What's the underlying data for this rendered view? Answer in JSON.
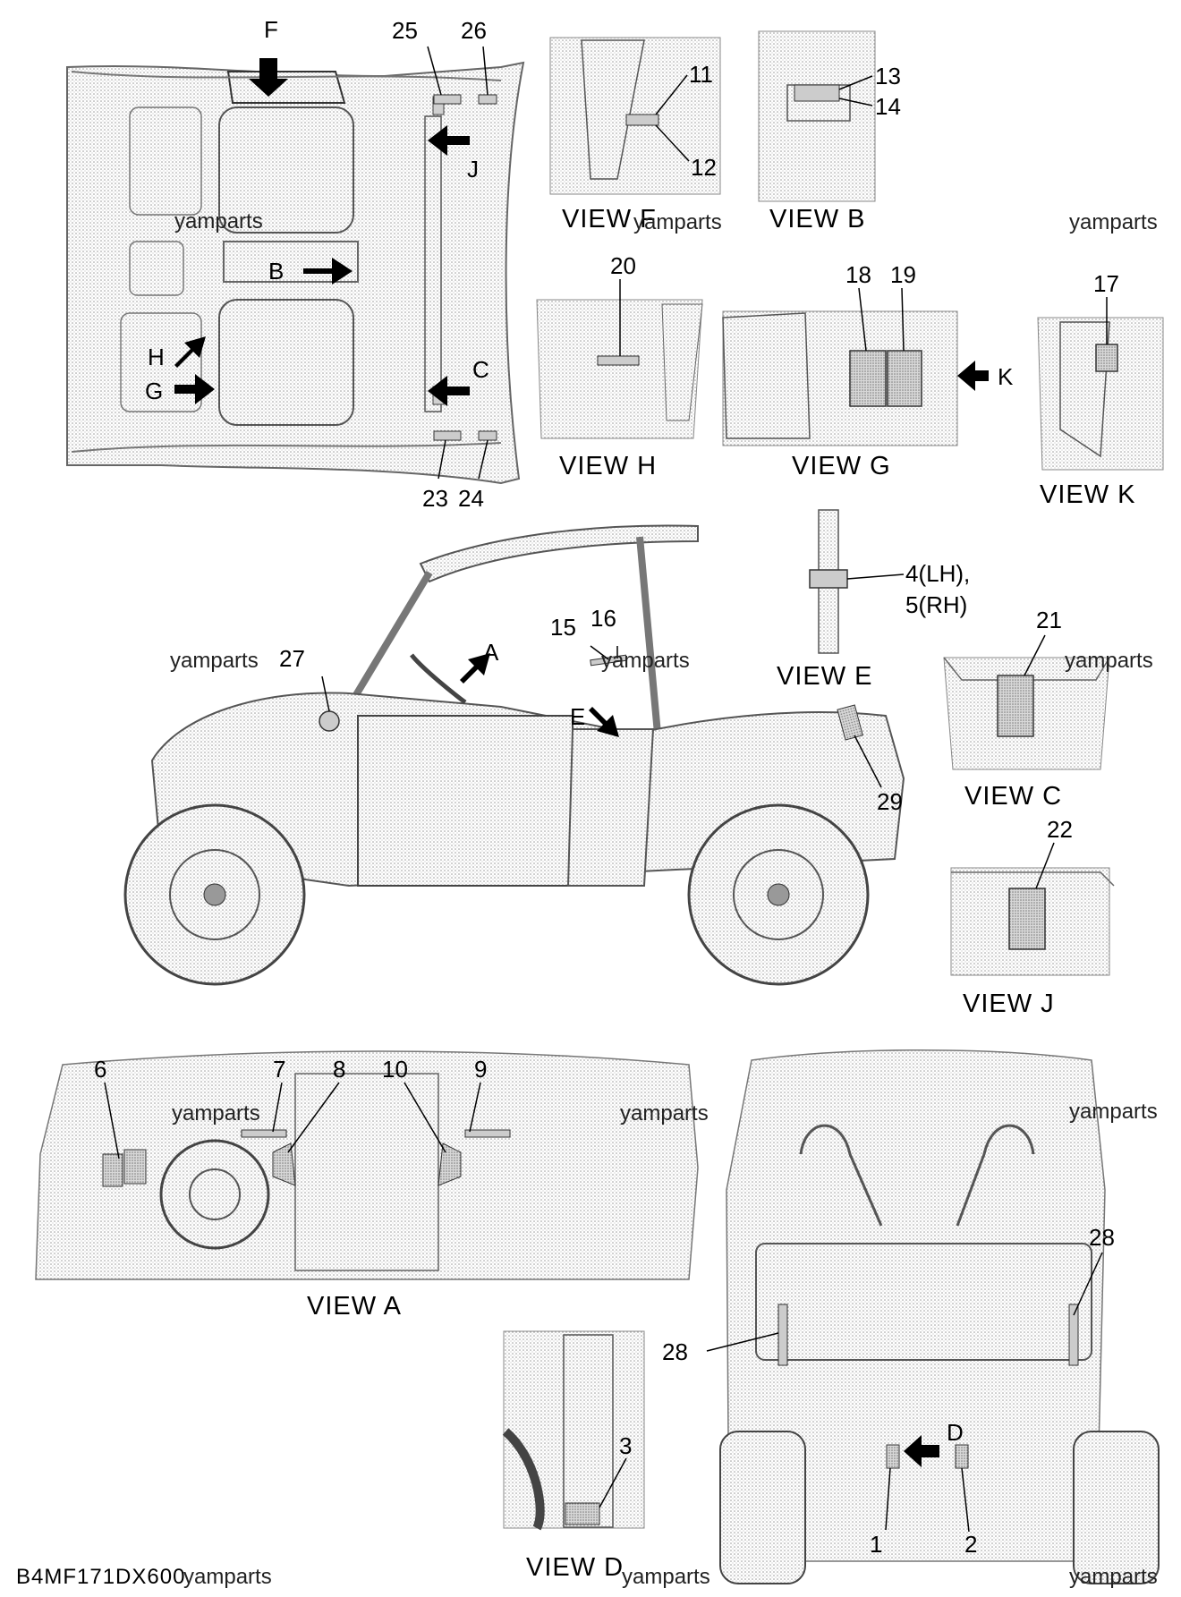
{
  "diagram": {
    "part_code": "B4MF171DX600",
    "watermark": "yamparts",
    "views": {
      "B": "VIEW B",
      "F": "VIEW F",
      "H": "VIEW H",
      "G": "VIEW G",
      "K": "VIEW K",
      "E": "VIEW E",
      "C": "VIEW C",
      "J": "VIEW J",
      "A": "VIEW A",
      "D": "VIEW D"
    },
    "arrows": {
      "F": "F",
      "B": "B",
      "J": "J",
      "C": "C",
      "H": "H",
      "G": "G",
      "K": "K",
      "A": "A",
      "E": "E",
      "D": "D"
    },
    "callouts": {
      "n1": "1",
      "n2": "2",
      "n3": "3",
      "n4": "4(LH),",
      "n5": "5(RH)",
      "n6": "6",
      "n7": "7",
      "n8": "8",
      "n9": "9",
      "n10": "10",
      "n11": "11",
      "n12": "12",
      "n13": "13",
      "n14": "14",
      "n15": "15",
      "n16": "16",
      "n17": "17",
      "n18": "18",
      "n19": "19",
      "n20": "20",
      "n21": "21",
      "n22": "22",
      "n23": "23",
      "n24": "24",
      "n25": "25",
      "n26": "26",
      "n27": "27",
      "n28a": "28",
      "n28b": "28",
      "n29": "29"
    }
  }
}
